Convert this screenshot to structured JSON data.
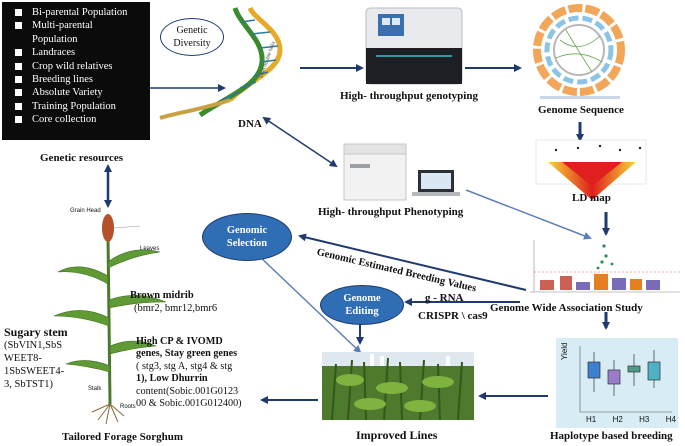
{
  "resources": {
    "items": [
      "Bi-parental Population",
      "Multi-parental",
      "Population",
      "Landraces",
      "Crop wild relatives",
      "Breeding lines",
      "Absolute Variety",
      "Training Population",
      "Core collection"
    ],
    "caption": "Genetic resources"
  },
  "genetic_diversity": [
    "Genetic",
    "Diversity"
  ],
  "dna_label": "DNA",
  "dna_strand_text": "DNA double helix",
  "genotyping_label": "High- throughput genotyping",
  "genome_sequence_label": "Genome Sequence",
  "ld_map_label": "LD map",
  "phenotyping_label": "High- throughput Phenotyping",
  "genomic_selection": [
    "Genomic",
    "Selection"
  ],
  "gebv_label": "Genomic Estimated Breeding Values",
  "gwas_label": "Genome Wide Association Study",
  "genome_editing": [
    "Genome",
    "Editing"
  ],
  "grna_label": "g - RNA",
  "crispr_label": "CRISPR \\ cas9",
  "improved_lines_label": "Improved Lines",
  "haplotype_label": "Haplotype based breeding",
  "forage_label": "Tailored Forage Sorghum",
  "plant_labels": {
    "grain_head": "Grain Head",
    "leaves": "Leaves",
    "stalk": "Stalk",
    "roots": "Roots"
  },
  "brown_midrib": {
    "title": "Brown midrib",
    "genes": "(bmr2, bmr12,bmr6"
  },
  "sugary_stem": [
    "Sugary stem",
    "(SbVIN1,SbS",
    "WEET8-",
    "1SbSWEET4-",
    "3, SbTST1)"
  ],
  "quality_traits": [
    "High CP & IVOMD",
    "genes, Stay green genes",
    "( stg3, stg A, stg4 & stg",
    "1), Low Dhurrin",
    "content(Sobic.001G0123",
    "00 & Sobic.001G012400)"
  ],
  "haplotype_plot": {
    "ylabel": "Yield",
    "groups": [
      "H1",
      "H2",
      "H3",
      "H4"
    ]
  },
  "colors": {
    "arrow": "#1f3a6e",
    "arrow_light": "#5b7fb8",
    "ellipse": "#2f6db5",
    "ld_red": "#e0201f",
    "ld_yellow": "#f5d632"
  }
}
